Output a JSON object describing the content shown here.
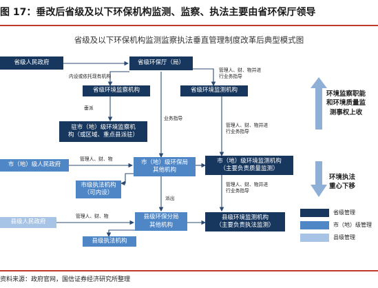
{
  "figure_title": "图 17：垂改后省级及以下环保机构监测、监察、执法主要由省环保厅领导",
  "diagram_title": "省级及以下环保机构监测监察执法垂直管理制度改革后典型模式图",
  "nodes": {
    "prov_gov": "省级人民政府",
    "prov_epb": "省级环保厅（局）",
    "prov_inspect": "省级环境监察机构",
    "prov_monitor": "省级环境监测机构",
    "resident_inspect_l1": "驻市（地）级环境监察机",
    "resident_inspect_l2": "构（或区域、重点县派驻）",
    "city_gov": "市（地）级人民政府",
    "city_epb_l1": "市（地）级环保局",
    "city_epb_l2": "其他机构",
    "city_monitor_l1": "市（地）级环境监测机构",
    "city_monitor_l2": "（主要负责质量监测）",
    "city_enforce_l1": "市级执法机构",
    "city_enforce_l2": "（可内设）",
    "county_gov": "县级人民政府",
    "county_epb_l1": "县级环保分局",
    "county_epb_l2": "其他机构",
    "county_monitor_l1": "县级环境监测机构",
    "county_monitor_l2": "（主要负责执法监测）",
    "county_enforce": "县级执法机构"
  },
  "edge_labels": {
    "internal_l1": "内设或依托现有机构",
    "hr_l1": "管理人、财、物并进",
    "hr_l2": "行业务指导",
    "dispatch": "垂派",
    "business": "业务指导",
    "hr_city_l1": "管理人、财、物并进",
    "hr_city_l2": "行业务指导",
    "hr_city_gov": "管理人、财、物",
    "hr_county_l1": "管理人、财、物并进",
    "hr_county_l2": "行业务指导",
    "branch": "派出",
    "hr_county_gov": "管理人、财、物"
  },
  "side_notes": {
    "top_l1": "环境监察职能",
    "top_l2": "和环境质量监",
    "top_l3": "测事权上收",
    "bottom_l1": "环境执法",
    "bottom_l2": "重心下移"
  },
  "legend": [
    {
      "label": "省级管理",
      "color": "#17375e"
    },
    {
      "label": "市（地）级管理",
      "color": "#4f86c6"
    },
    {
      "label": "县级管理",
      "color": "#a7c3e6"
    }
  ],
  "colors": {
    "accent_rule": "#c0392b",
    "arrow_up_down": "#8fb0d6",
    "wire": "#2b4a73"
  },
  "source": "资料来源：政府官网，国信证券经济研究所整理"
}
